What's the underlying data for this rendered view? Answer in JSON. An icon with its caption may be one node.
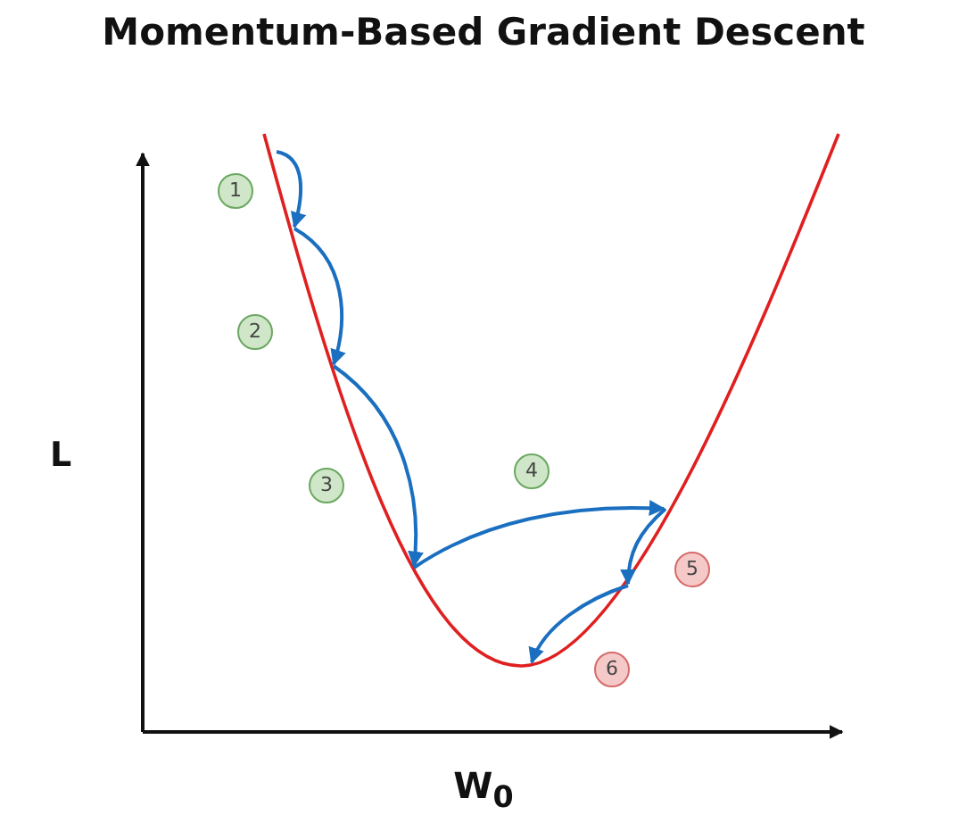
{
  "diagram": {
    "title": "Momentum-Based Gradient Descent",
    "nodes": [
      {
        "text": [
          "1"
        ]
      },
      {
        "text": [
          "2"
        ]
      },
      {
        "text": [
          "3"
        ]
      },
      {
        "text": [
          "4"
        ]
      },
      {
        "text": [
          "5"
        ]
      },
      {
        "text": [
          "6"
        ]
      }
    ],
    "labels": [
      "L",
      "W$_{0}$"
    ]
  }
}
